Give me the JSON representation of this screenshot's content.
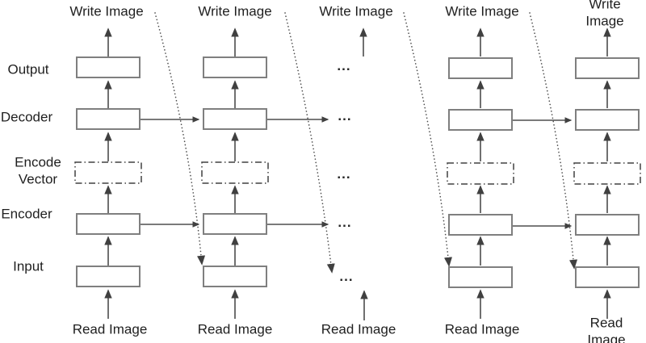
{
  "labels": {
    "write": "Write Image",
    "read": "Read Image",
    "ellipsis": "...",
    "rows": [
      {
        "label": "Output"
      },
      {
        "label": "Decoder"
      },
      {
        "label": "Encode\nVector"
      },
      {
        "label": "Encoder"
      },
      {
        "label": "Input"
      }
    ]
  },
  "colors": {
    "box_border": "#7f7f7f",
    "dashdot_border": "#404040",
    "arrow": "#404040",
    "dotted_arrow": "#4d4d4d",
    "text": "#1f1f1f"
  }
}
